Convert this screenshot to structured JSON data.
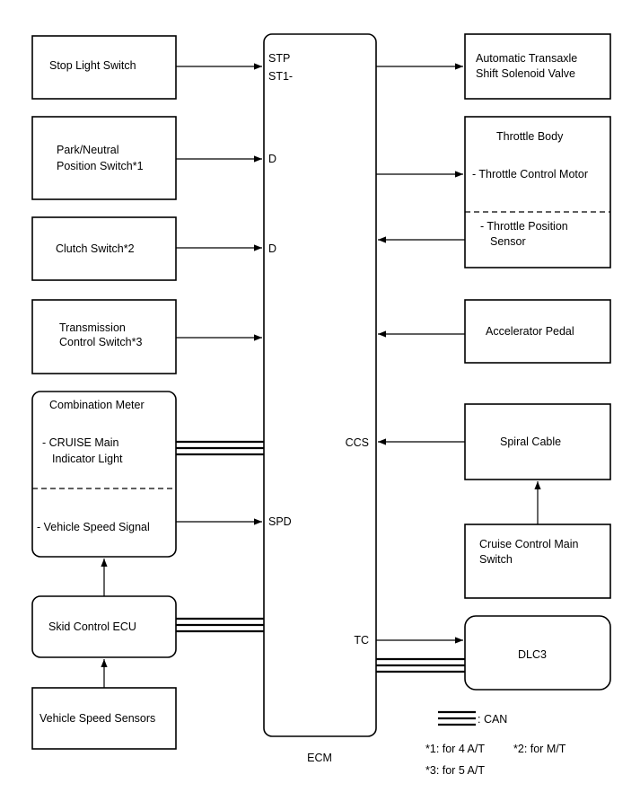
{
  "ecm": {
    "label": "ECM",
    "pins": {
      "stp": "STP",
      "st1": "ST1-",
      "d1": "D",
      "d2": "D",
      "spd": "SPD",
      "ccs": "CCS",
      "tc": "TC"
    }
  },
  "left_boxes": {
    "stop_light_switch": "Stop Light Switch",
    "park_neutral_line1": "Park/Neutral",
    "park_neutral_line2": "Position Switch*1",
    "clutch_switch": "Clutch Switch*2",
    "transmission_line1": "Transmission",
    "transmission_line2": "Control Switch*3",
    "combination_meter": {
      "title": "Combination Meter",
      "indicator_line1": "- CRUISE Main",
      "indicator_line2": "Indicator Light",
      "speed_signal": "- Vehicle Speed Signal"
    },
    "skid_control_ecu": "Skid Control ECU",
    "vehicle_speed_sensors": "Vehicle Speed Sensors"
  },
  "right_boxes": {
    "shift_solenoid_line1": "Automatic Transaxle",
    "shift_solenoid_line2": "Shift Solenoid Valve",
    "throttle_body": {
      "title": "Throttle Body",
      "motor": "- Throttle Control Motor",
      "sensor_line1": "- Throttle Position",
      "sensor_line2": "Sensor"
    },
    "accelerator_pedal": "Accelerator Pedal",
    "spiral_cable": "Spiral Cable",
    "cruise_main_line1": "Cruise Control Main",
    "cruise_main_line2": "Switch",
    "dlc3": "DLC3"
  },
  "legend": {
    "can": ": CAN",
    "note1": "*1: for 4 A/T",
    "note2": "*2: for M/T",
    "note3": "*3: for 5 A/T"
  }
}
